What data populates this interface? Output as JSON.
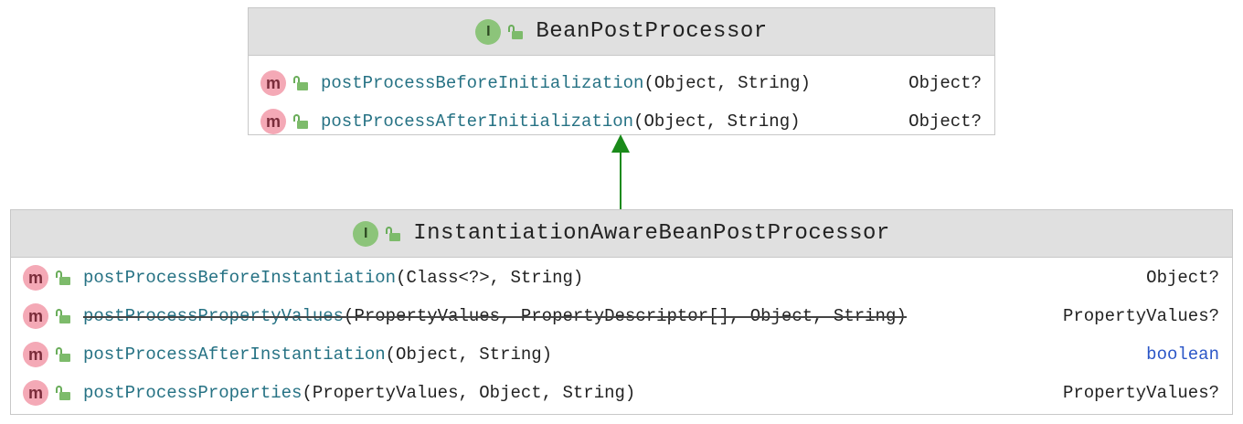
{
  "parent": {
    "name": "BeanPostProcessor",
    "badge": "I",
    "methods": [
      {
        "badge": "m",
        "name": "postProcessBeforeInitialization",
        "params": "(Object, String)",
        "returns": "Object?"
      },
      {
        "badge": "m",
        "name": "postProcessAfterInitialization",
        "params": "(Object, String)",
        "returns": "Object?"
      }
    ]
  },
  "child": {
    "name": "InstantiationAwareBeanPostProcessor",
    "badge": "I",
    "methods": [
      {
        "badge": "m",
        "name": "postProcessBeforeInstantiation",
        "params": "(Class<?>, String)",
        "returns": "Object?"
      },
      {
        "badge": "m",
        "name": "postProcessPropertyValues",
        "params": "(PropertyValues, PropertyDescriptor[], Object, String)",
        "returns": "PropertyValues?",
        "deprecated": true
      },
      {
        "badge": "m",
        "name": "postProcessAfterInstantiation",
        "params": "(Object, String)",
        "returns": "boolean"
      },
      {
        "badge": "m",
        "name": "postProcessProperties",
        "params": "(PropertyValues, Object, String)",
        "returns": "PropertyValues?"
      }
    ]
  },
  "relation": {
    "type": "extends",
    "color": "#1a8a1a"
  },
  "colors": {
    "interface_badge": "#8cc47a",
    "method_badge": "#f4a9b6",
    "method_name": "#267284",
    "keyword": "#2b56c7",
    "header_bg": "#e0e0e0"
  }
}
